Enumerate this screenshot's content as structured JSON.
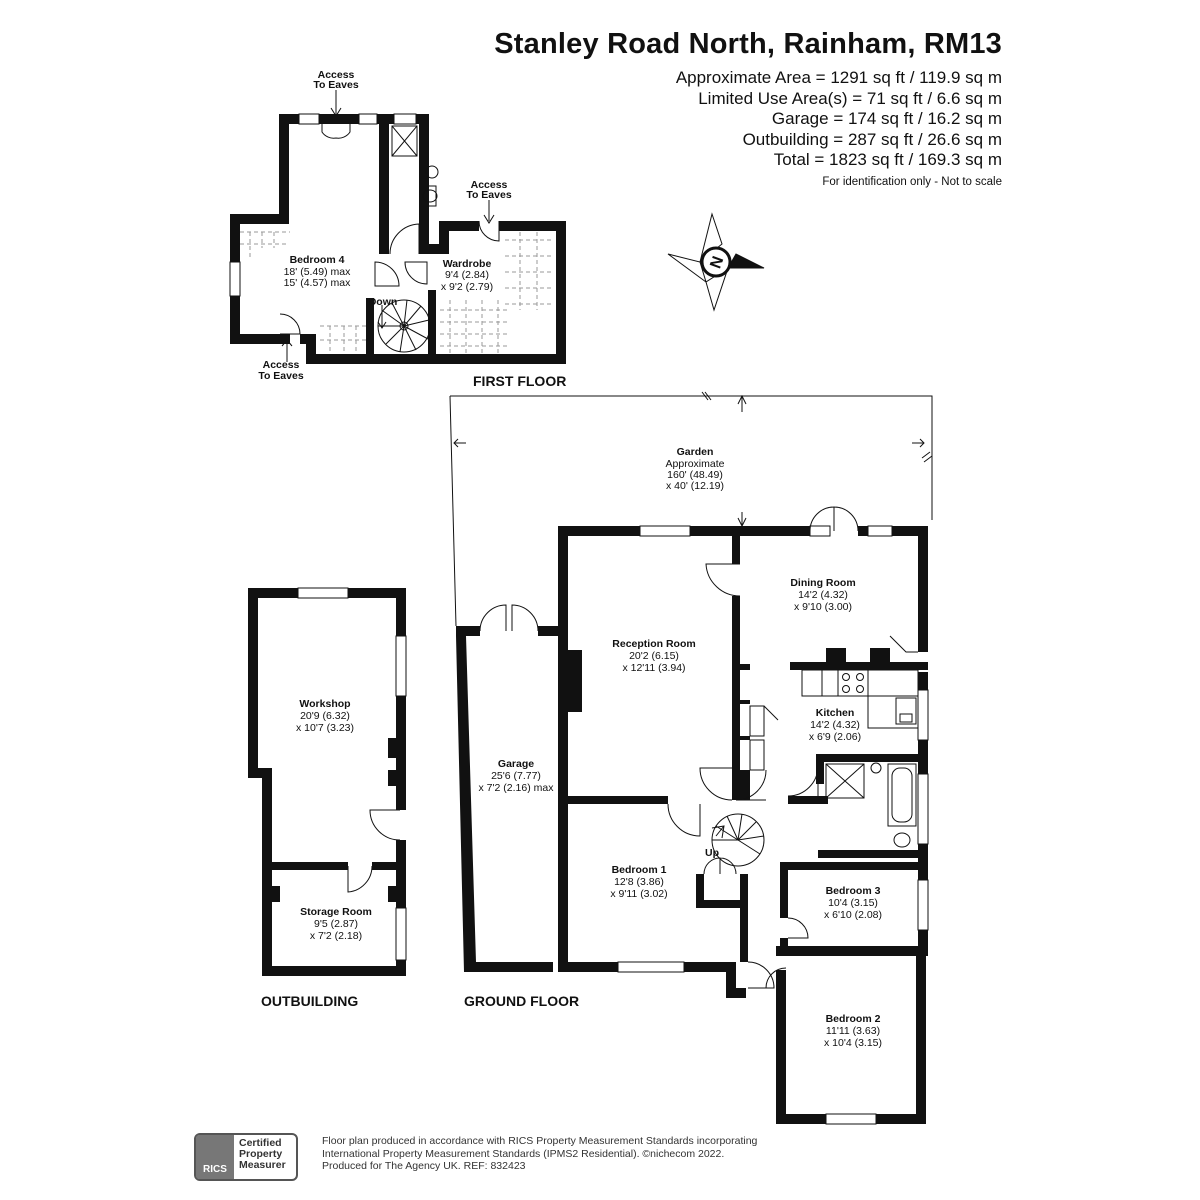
{
  "header": {
    "title": "Stanley Road North, Rainham, RM13",
    "areas": [
      "Approximate Area = 1291 sq ft / 119.9 sq m",
      "Limited Use Area(s) = 71 sq ft / 6.6 sq m",
      "Garage = 174 sq ft / 16.2 sq m",
      "Outbuilding = 287 sq ft / 26.6 sq m",
      "Total = 1823 sq ft / 169.3 sq m"
    ],
    "disclaimer": "For identification only - Not to scale"
  },
  "floors": {
    "first": "FIRST FLOOR",
    "ground": "GROUND FLOOR",
    "outbuilding": "OUTBUILDING"
  },
  "rooms": {
    "bedroom4": {
      "name": "Bedroom 4",
      "dim1": "18' (5.49) max",
      "dim2": "15' (4.57) max"
    },
    "wardrobe": {
      "name": "Wardrobe",
      "dim1": "9'4 (2.84)",
      "dim2": "x 9'2 (2.79)"
    },
    "garden": {
      "name": "Garden",
      "dim0": "Approximate",
      "dim1": "160' (48.49)",
      "dim2": "x 40' (12.19)"
    },
    "dining": {
      "name": "Dining Room",
      "dim1": "14'2 (4.32)",
      "dim2": "x 9'10 (3.00)"
    },
    "reception": {
      "name": "Reception Room",
      "dim1": "20'2 (6.15)",
      "dim2": "x 12'11 (3.94)"
    },
    "kitchen": {
      "name": "Kitchen",
      "dim1": "14'2 (4.32)",
      "dim2": "x 6'9 (2.06)"
    },
    "garage": {
      "name": "Garage",
      "dim1": "25'6 (7.77)",
      "dim2": "x 7'2 (2.16) max"
    },
    "bedroom1": {
      "name": "Bedroom 1",
      "dim1": "12'8 (3.86)",
      "dim2": "x 9'11 (3.02)"
    },
    "bedroom3": {
      "name": "Bedroom 3",
      "dim1": "10'4 (3.15)",
      "dim2": "x 6'10 (2.08)"
    },
    "bedroom2": {
      "name": "Bedroom 2",
      "dim1": "11'11 (3.63)",
      "dim2": "x 10'4 (3.15)"
    },
    "workshop": {
      "name": "Workshop",
      "dim1": "20'9 (6.32)",
      "dim2": "x 10'7 (3.23)"
    },
    "storage": {
      "name": "Storage Room",
      "dim1": "9'5 (2.87)",
      "dim2": "x 7'2 (2.18)"
    }
  },
  "annotations": {
    "access1_a": "Access",
    "access1_b": "To Eaves",
    "access2_a": "Access",
    "access2_b": "To Eaves",
    "access3_a": "Access",
    "access3_b": "To Eaves",
    "down": "Down",
    "up": "Up",
    "compass": "N"
  },
  "footer": {
    "line1": "Floor plan produced in accordance with RICS Property Measurement Standards incorporating",
    "line2": "International Property Measurement Standards (IPMS2 Residential).  ©nichecom 2022.",
    "line3": "Produced for The Agency UK.   REF:  832423",
    "badge_org": "RICS",
    "badge_line1": "Certified",
    "badge_line2": "Property",
    "badge_line3": "Measurer"
  }
}
